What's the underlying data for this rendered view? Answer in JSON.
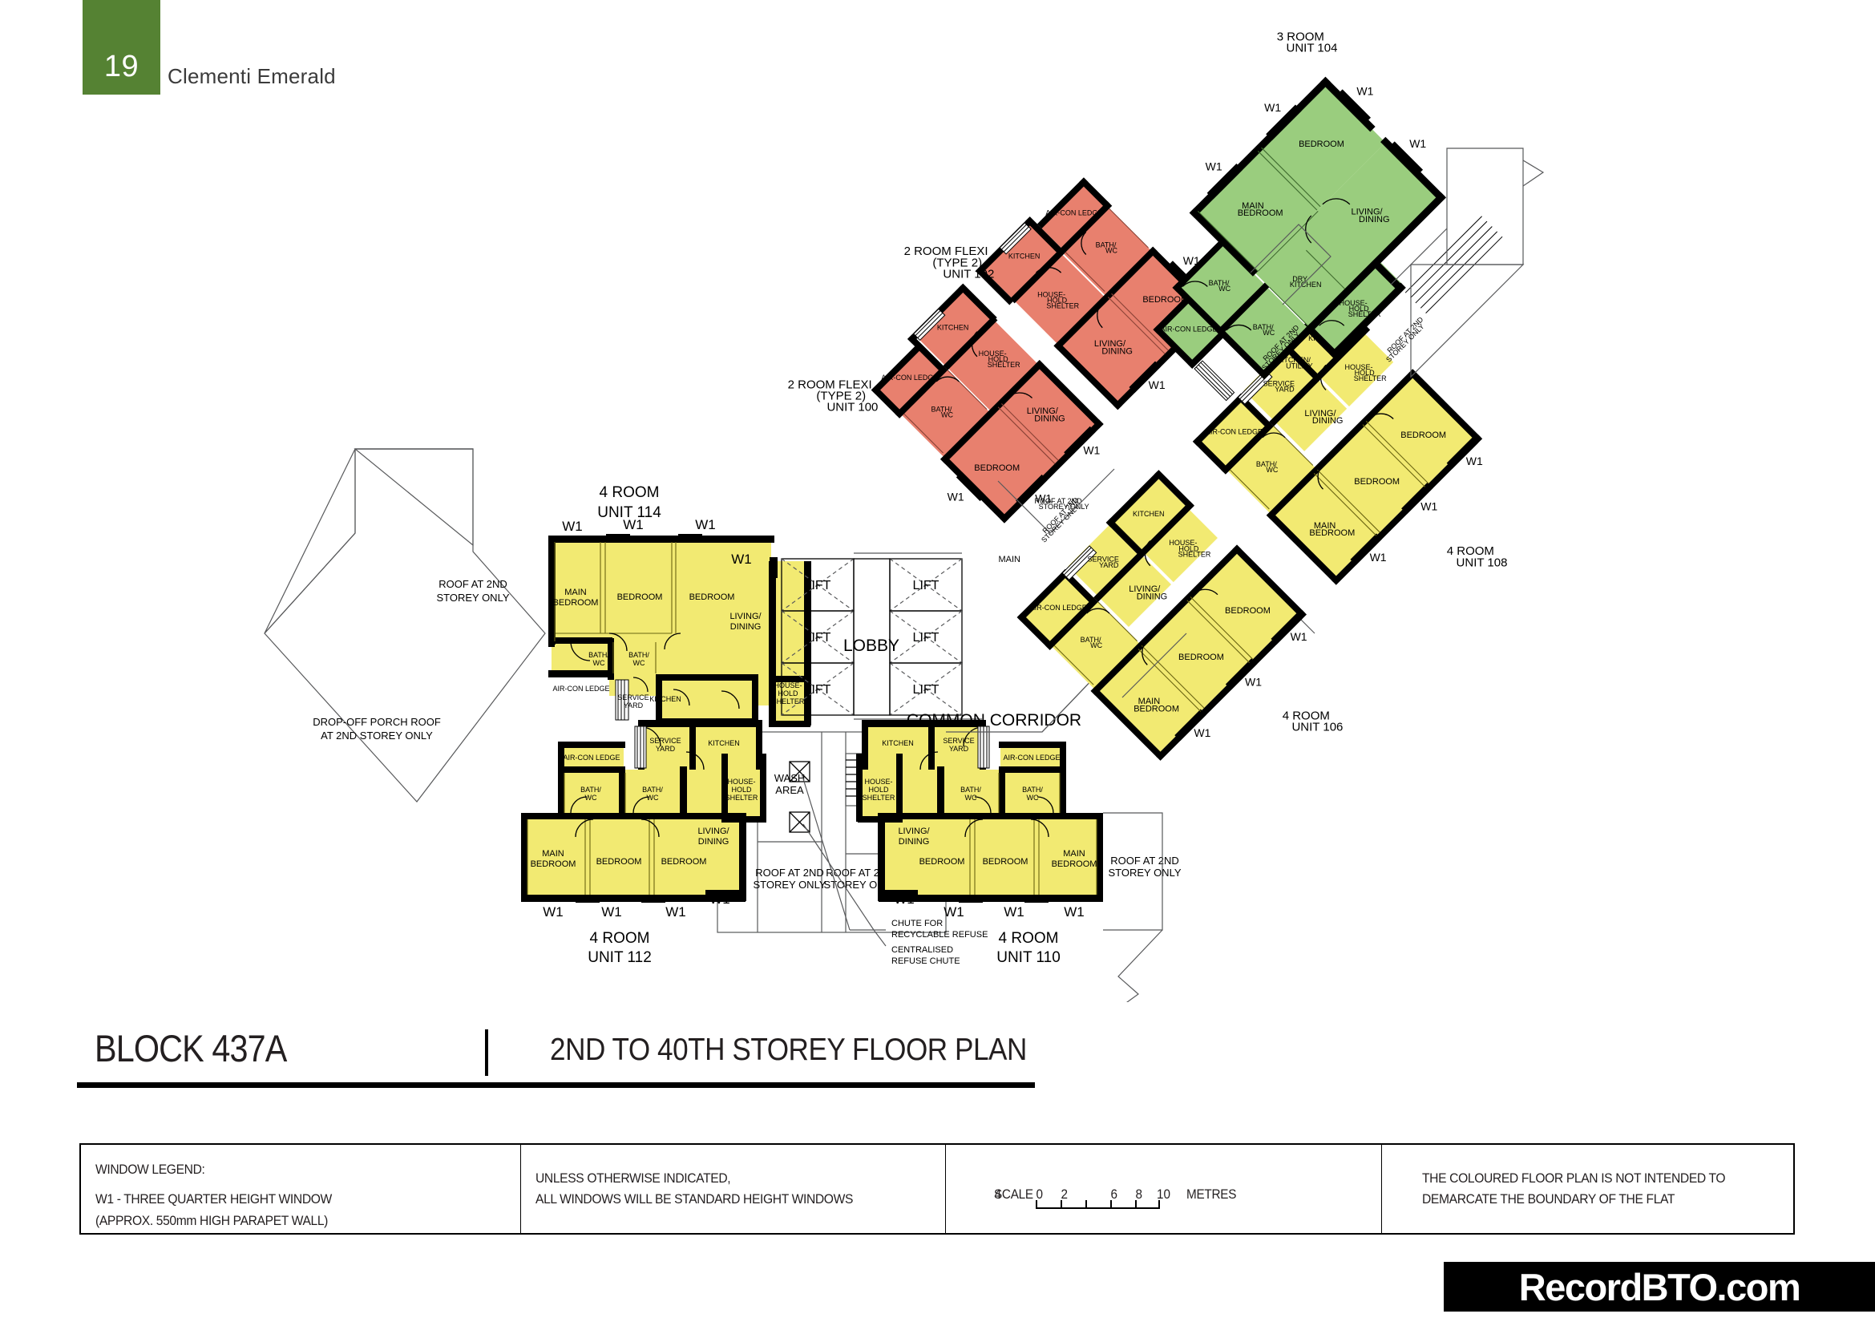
{
  "header": {
    "page_number": "19",
    "project_name": "Clementi Emerald"
  },
  "title": {
    "block": "BLOCK 437A",
    "separator": "|",
    "storey_range": "2ND  TO 40TH STOREY FLOOR PLAN"
  },
  "legend": {
    "window_legend_title": "WINDOW LEGEND:",
    "window_legend_line1": "W1 - THREE QUARTER HEIGHT WINDOW",
    "window_legend_line2": "(APPROX.   550mm HIGH PARAPET WALL)",
    "note_line1": "UNLESS OTHERWISE INDICATED,",
    "note_line2": "ALL WINDOWS WILL BE STANDARD HEIGHT WINDOWS",
    "scale_word": "SCALE",
    "scale_ticks": [
      "0",
      "2",
      "4",
      "6",
      "8",
      "10"
    ],
    "scale_unit": "METRES",
    "disclaimer_line1": "THE COLOURED FLOOR PLAN IS NOT INTENDED TO",
    "disclaimer_line2": "DEMARCATE THE BOUNDARY OF THE FLAT"
  },
  "watermark": {
    "text": "RecordBTO.com"
  },
  "colors": {
    "header_green": "#558233",
    "unit_yellow": "#F2EA72",
    "unit_green": "#9ACD7E",
    "unit_red": "#E8806E",
    "wall_black": "#000000",
    "line_grey": "#58595b"
  },
  "plan": {
    "units": [
      {
        "id": "unit-114",
        "type": "4 ROOM",
        "unit": "UNIT 114",
        "color": "yellow",
        "label_l1": "4 ROOM",
        "label_l2": "UNIT 114"
      },
      {
        "id": "unit-112",
        "type": "4 ROOM",
        "unit": "UNIT 112",
        "color": "yellow",
        "label_l1": "4 ROOM",
        "label_l2": "UNIT 112"
      },
      {
        "id": "unit-110",
        "type": "4 ROOM",
        "unit": "UNIT 110",
        "color": "yellow",
        "label_l1": "4 ROOM",
        "label_l2": "UNIT 110"
      },
      {
        "id": "unit-108",
        "type": "4 ROOM",
        "unit": "UNIT 108",
        "color": "yellow",
        "label_l1": "4 ROOM",
        "label_l2": "UNIT 108"
      },
      {
        "id": "unit-106",
        "type": "4 ROOM",
        "unit": "UNIT 106",
        "color": "yellow",
        "label_l1": "4 ROOM",
        "label_l2": "UNIT 106"
      },
      {
        "id": "unit-104",
        "type": "3 ROOM",
        "unit": "UNIT 104",
        "color": "green",
        "label_l1": "3 ROOM",
        "label_l2": "UNIT 104"
      },
      {
        "id": "unit-102",
        "type": "2 ROOM FLEXI",
        "unit": "UNIT 102",
        "color": "red",
        "label_l1": "2 ROOM FLEXI",
        "label_l2": "(TYPE 2)",
        "label_l3": "UNIT 102"
      },
      {
        "id": "unit-100",
        "type": "2 ROOM FLEXI",
        "unit": "UNIT 100",
        "color": "red",
        "label_l1": "2 ROOM FLEXI",
        "label_l2": "(TYPE 2)",
        "label_l3": "UNIT 100"
      }
    ],
    "room_labels": {
      "main_bedroom_l1": "MAIN",
      "main_bedroom_l2": "BEDROOM",
      "bedroom": "BEDROOM",
      "living_l1": "LIVING/",
      "living_l2": "DINING",
      "bath_l1": "BATH/",
      "bath_l2": "WC",
      "kitchen": "KITCHEN",
      "dry_kitchen_l1": "DRY",
      "dry_kitchen_l2": "KITCHEN",
      "kitchen_utility_l1": "KITCHEN/",
      "kitchen_utility_l2": "UTILITY",
      "service_yard_l1": "SERVICE",
      "service_yard_l2": "YARD",
      "aircon_ledge": "AIR-CON LEDGE",
      "household_shelter_l1": "HOUSE-",
      "household_shelter_l2": "HOLD",
      "household_shelter_l3": "SHELTER"
    },
    "common_labels": {
      "lift": "LIFT",
      "lobby": "LOBBY",
      "common_corridor": "COMMON CORRIDOR",
      "wash_area_l1": "WASH",
      "wash_area_l2": "AREA",
      "window_mark": "W1",
      "roof_2nd_l1": "ROOF AT 2ND",
      "roof_2nd_l2": "STOREY ONLY",
      "drop_off_l1": "DROP-OFF PORCH ROOF",
      "drop_off_l2": "AT 2ND STOREY ONLY",
      "chute_recyclable_l1": "CHUTE FOR",
      "chute_recyclable_l2": "RECYCLABLE REFUSE",
      "chute_central_l1": "CENTRALISED",
      "chute_central_l2": "REFUSE CHUTE"
    },
    "lift_count": 6
  }
}
